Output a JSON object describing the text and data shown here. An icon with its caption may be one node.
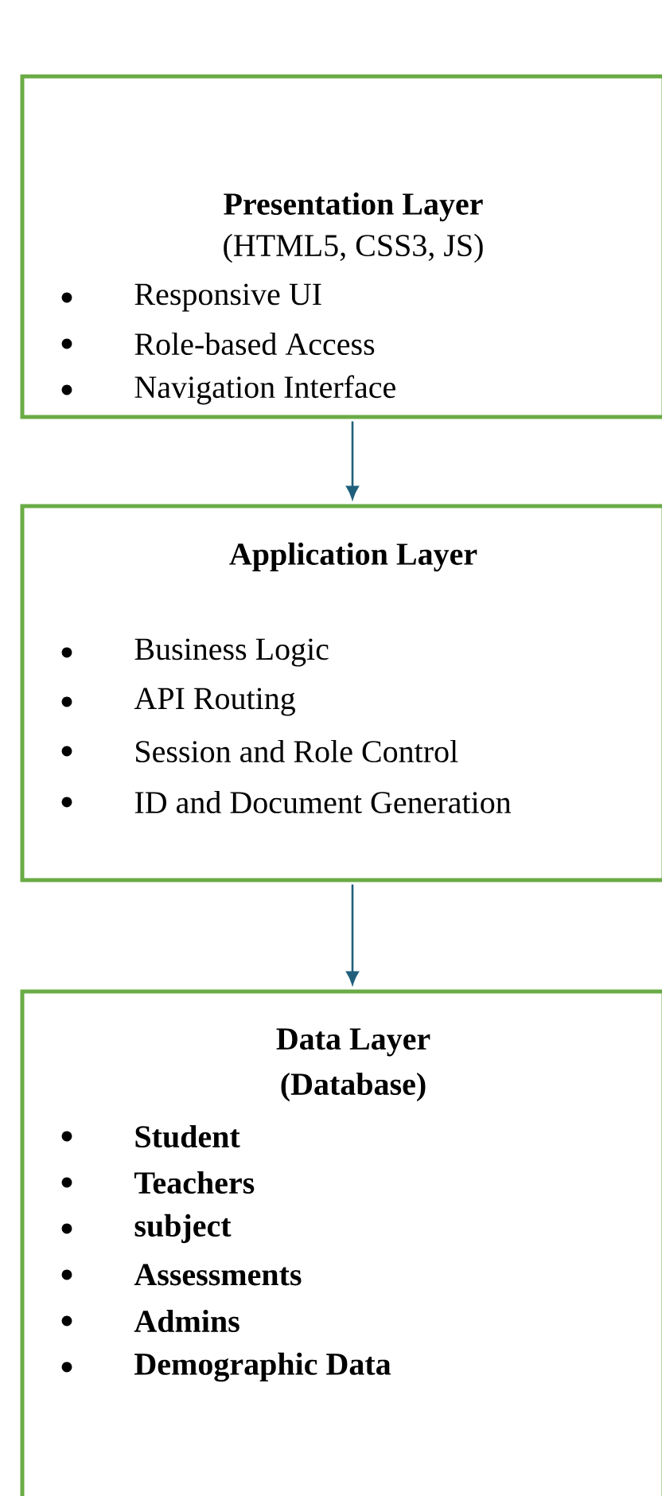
{
  "diagram": {
    "nodes": [
      {
        "text": [
          "Presentation Layer",
          "(HTML5, CSS3, JS)",
          "Responsive UI",
          "Role-based Access",
          "Navigation Interface"
        ]
      },
      {
        "text": [
          "Application Layer",
          "Business Logic",
          "API Routing",
          "Session and Role Control",
          "ID and Document Generation"
        ]
      },
      {
        "text": [
          "Data Layer",
          "(Database)",
          "Student",
          "Teachers",
          "subject",
          "Assessments",
          "Admins",
          "Demographic Data"
        ]
      }
    ],
    "edges": [
      {
        "from": 0,
        "to": 1,
        "arrow": "to"
      },
      {
        "from": 1,
        "to": 2,
        "arrow": "to"
      }
    ]
  }
}
